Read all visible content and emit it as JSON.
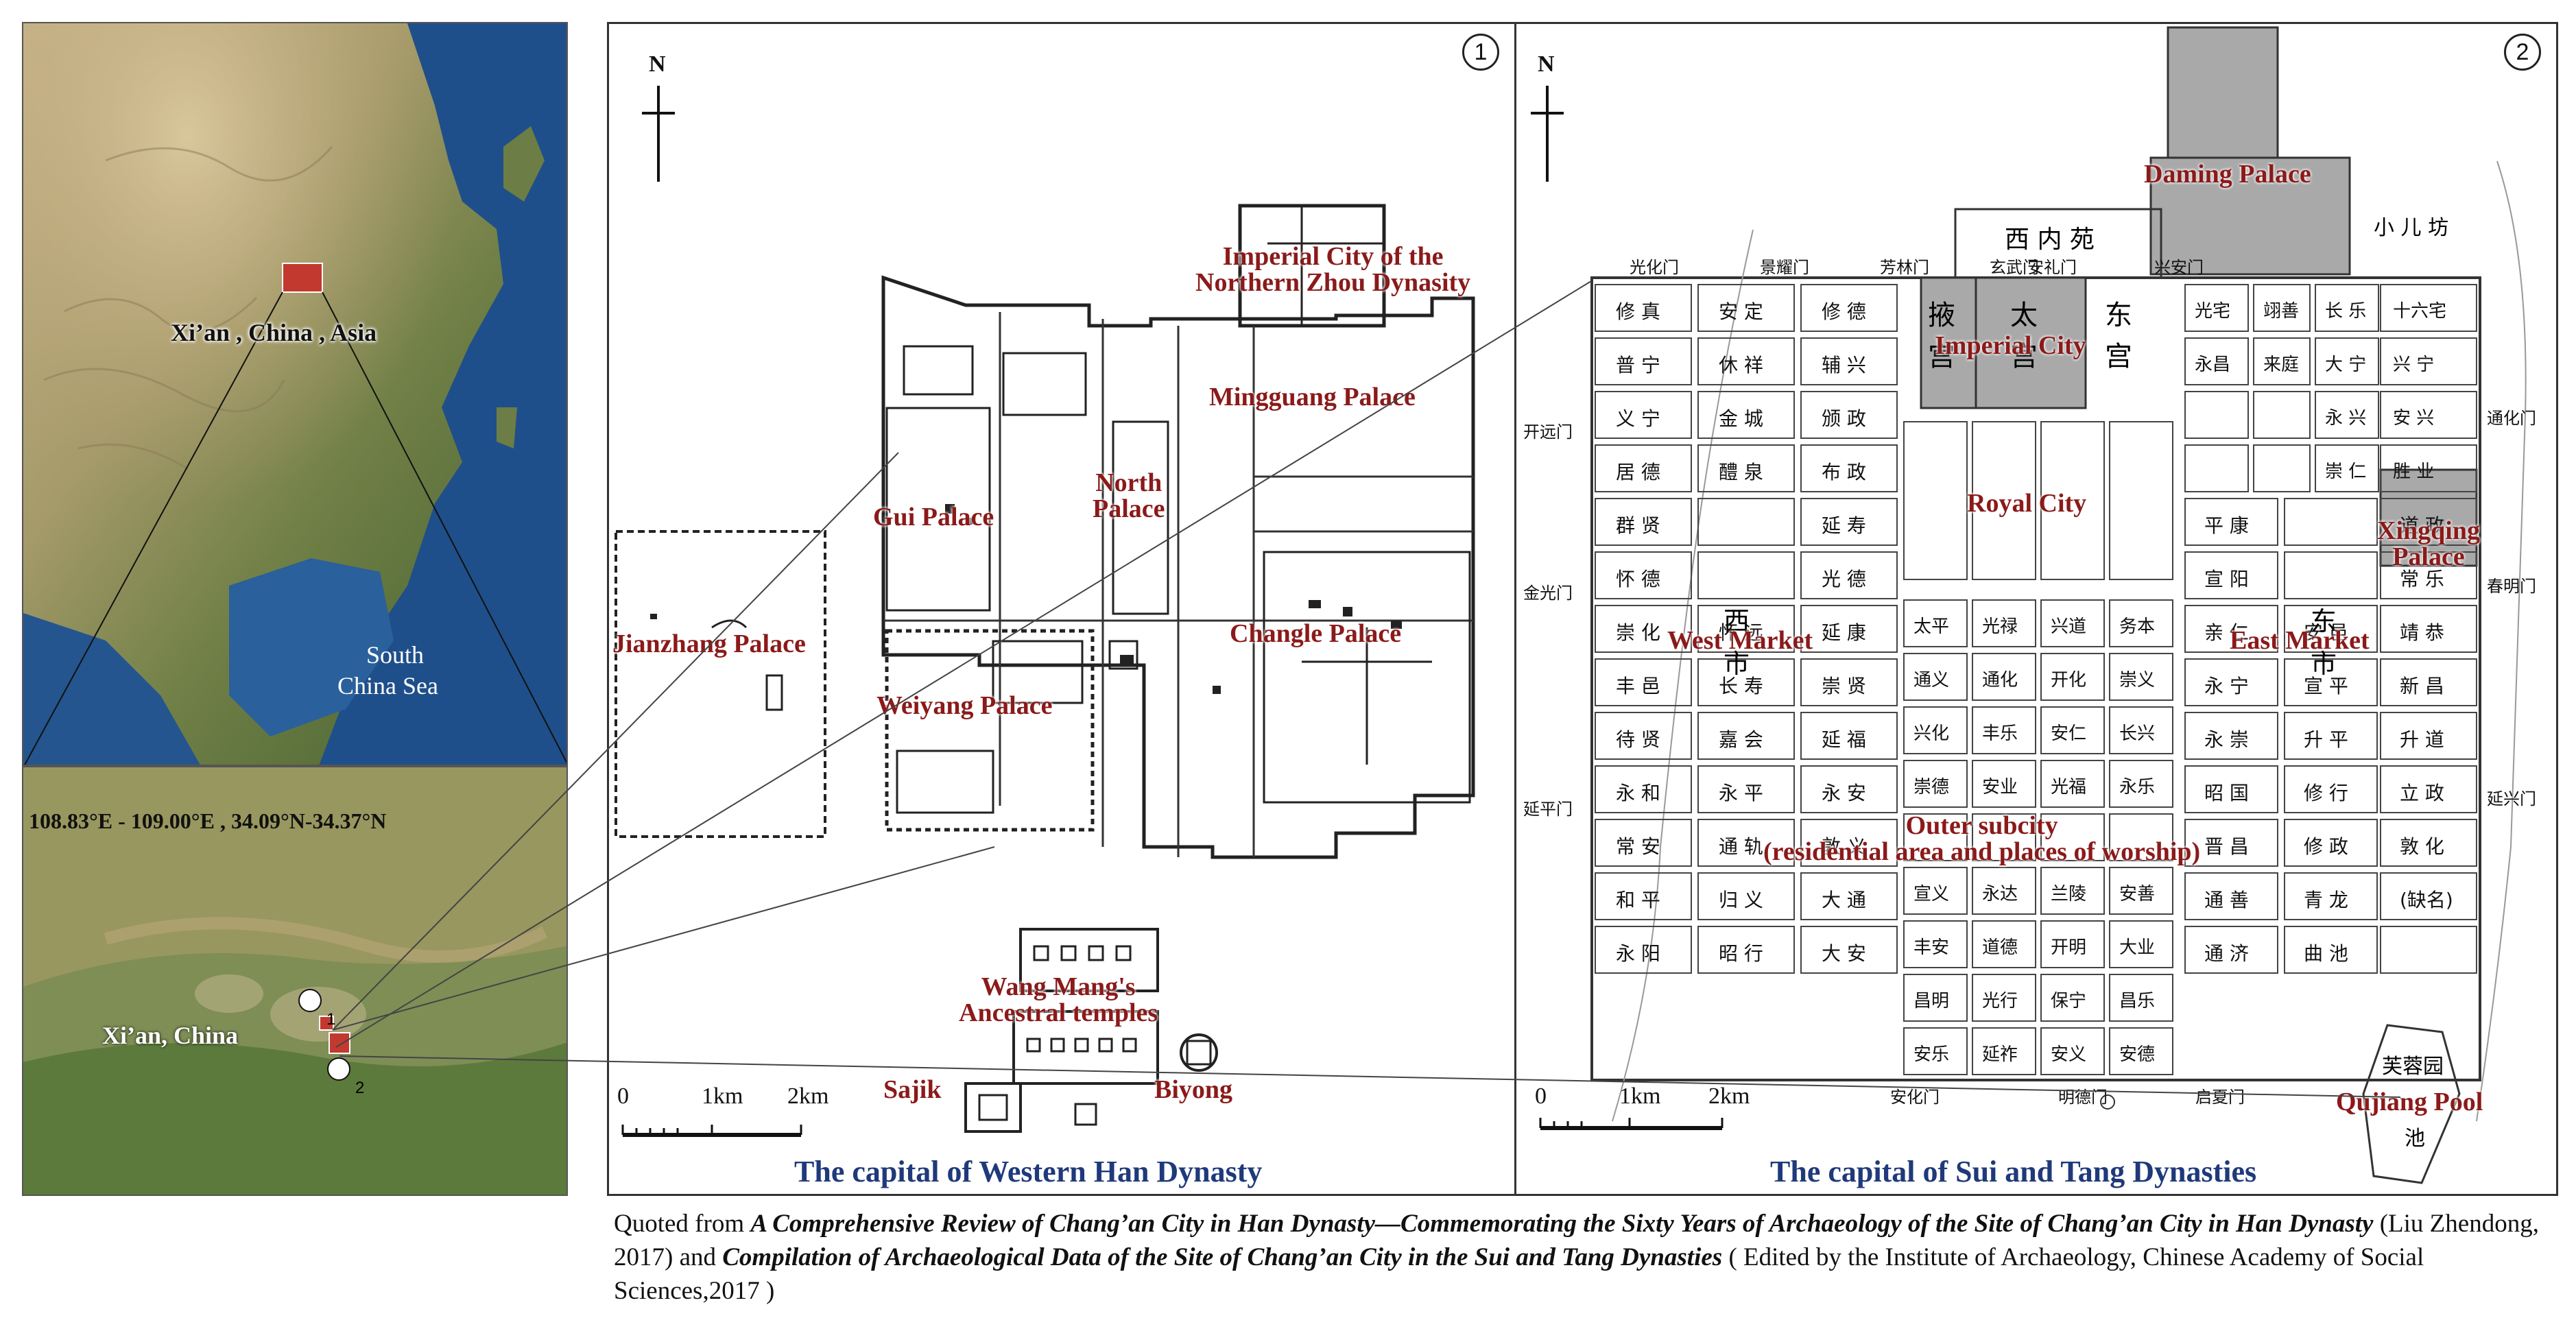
{
  "left_top": {
    "place": "Xi’an , China , Asia",
    "sea": [
      "South",
      "China Sea"
    ]
  },
  "left_bottom": {
    "coords": "108.83°E - 109.00°E , 34.09°N-34.37°N",
    "place": "Xi’an, China",
    "markers": [
      "1",
      "2"
    ]
  },
  "map1": {
    "number": "1",
    "north": "N",
    "scale": [
      "0",
      "1km",
      "2km"
    ],
    "title": "The capital of Western Han Dynasty",
    "labels": {
      "imperial_city": [
        "Imperial City of the",
        "Northern Zhou Dynasity"
      ],
      "mingguang": "Mingguang Palace",
      "gui": "Gui Palace",
      "north_palace": [
        "North",
        "Palace"
      ],
      "jianzhang": "Jianzhang Palace",
      "changle": "Changle Palace",
      "weiyang": "Weiyang Palace",
      "wangmang": [
        "Wang Mang's",
        "Ancestral temples"
      ],
      "sajik": "Sajik",
      "biyong": "Biyong"
    }
  },
  "map2": {
    "number": "2",
    "north": "N",
    "scale": [
      "0",
      "1km",
      "2km"
    ],
    "title": "The capital of Sui and Tang Dynasties",
    "labels": {
      "daming": "Daming Palace",
      "imperial_city": "Imperial City",
      "royal_city": "Royal City",
      "xingqing": [
        "Xingqing",
        "Palace"
      ],
      "west_market": "West Market",
      "east_market": "East Market",
      "outer": [
        "Outer subcity",
        "(residential area and places of worship)"
      ],
      "qujiang": "Qujiang Pool"
    },
    "cn_top": "西 内 苑",
    "cn_xiaoer": "小 儿 坊",
    "cn_gates_top": [
      "光化门",
      "景耀门",
      "芳林门",
      "玄武门",
      "安礼门",
      "兴安门"
    ],
    "cn_gates_side": [
      "开远门",
      "金光门",
      "延平门",
      "通化门",
      "春明门",
      "延兴门"
    ],
    "cn_gates_bottom": [
      "安化门",
      "明德门",
      "启夏门"
    ],
    "cn_wards_left": [
      [
        "修 真",
        "安 定",
        "修 德"
      ],
      [
        "普 宁",
        "休 祥",
        "辅 兴"
      ],
      [
        "义 宁",
        "金 城",
        "颁 政"
      ],
      [
        "居 德",
        "醴 泉",
        "布 政"
      ],
      [
        "群 贤",
        "",
        "延 寿"
      ],
      [
        "怀 德",
        "",
        "光 德"
      ],
      [
        "崇 化",
        "怀 远",
        "延 康"
      ],
      [
        "丰 邑",
        "长 寿",
        "崇 贤"
      ],
      [
        "待 贤",
        "嘉 会",
        "延 福"
      ],
      [
        "永 和",
        "永 平",
        "永 安"
      ],
      [
        "常 安",
        "通 轨",
        "敦 义"
      ],
      [
        "和 平",
        "归 义",
        "大 通"
      ],
      [
        "永 阳",
        "昭 行",
        "大 安"
      ]
    ],
    "cn_wards_mid": [
      [
        "太平",
        "光禄",
        "兴道",
        "务本"
      ],
      [
        "通义",
        "通化",
        "开化",
        "崇义"
      ],
      [
        "兴化",
        "丰乐",
        "安仁",
        "长兴"
      ],
      [
        "崇德",
        "安业",
        "光福",
        "永乐"
      ],
      [
        "",
        "",
        "",
        ""
      ],
      [
        "宣义",
        "永达",
        "兰陵",
        "安善"
      ],
      [
        "丰安",
        "道德",
        "开明",
        "大业"
      ],
      [
        "昌明",
        "光行",
        "保宁",
        "昌乐"
      ],
      [
        "安乐",
        "延祚",
        "安义",
        "安德"
      ]
    ],
    "cn_wards_right": [
      [
        "光宅",
        "翊善",
        "长 乐",
        "十六宅"
      ],
      [
        "永昌",
        "来庭",
        "大 宁",
        "兴 宁"
      ],
      [
        "",
        "",
        "永 兴",
        "安 兴"
      ],
      [
        "",
        "",
        "崇 仁",
        "胜 业"
      ],
      [
        "平 康",
        "",
        "道 政"
      ],
      [
        "宣 阳",
        "",
        "常 乐"
      ],
      [
        "亲 仁",
        "安 邑",
        "靖 恭"
      ],
      [
        "永 宁",
        "宣 平",
        "新 昌"
      ],
      [
        "永 崇",
        "升 平",
        "升 道"
      ],
      [
        "昭 国",
        "修 行",
        "立 政"
      ],
      [
        "晋 昌",
        "修 政",
        "敦 化"
      ],
      [
        "通 善",
        "青 龙",
        "(缺名)"
      ],
      [
        "通 济",
        "曲 池",
        ""
      ]
    ],
    "cn_markets": [
      "西",
      "市",
      "东",
      "市"
    ],
    "cn_palace": [
      "掖",
      "宫",
      "太",
      "宫",
      "东",
      "宫"
    ],
    "cn_furong": "芙蓉园",
    "cn_chi": "池"
  },
  "citation": {
    "p1": "Quoted from ",
    "t1": "A Comprehensive Review of Chang’an City in Han Dynasty—Commemorating the Sixty Years of Archaeology of the Site of Chang’an City in Han Dynasty",
    "p2": " (Liu Zhendong, 2017)   and   ",
    "t2": "Compilation of Archaeological Data of the Site of Chang’an City in the Sui and Tang Dynasties",
    "p3": " ( Edited by the Institute of Archaeology, Chinese Academy of Social Sciences,2017 )"
  },
  "colors": {
    "label": "#8b1a1a",
    "title": "#1f3a7a",
    "palace_fill": "#a9a9a9"
  }
}
